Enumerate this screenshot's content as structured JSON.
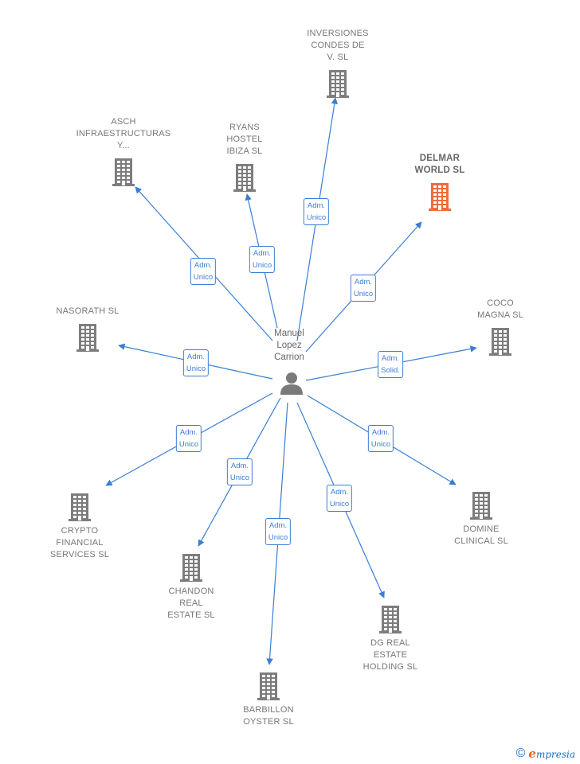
{
  "colors": {
    "edge": "#3a7ed4",
    "building": "#7d7d7d",
    "building_highlight": "#f26a3c",
    "person": "#7a7a7a"
  },
  "center": {
    "name_lines": [
      "Manuel",
      "Lopez",
      "Carrion"
    ],
    "icon": "person-icon"
  },
  "companies": [
    {
      "id": "inversiones",
      "lines": [
        "INVERSIONES",
        "CONDES DE",
        "V.  SL"
      ],
      "role_lines": [
        "Adm.",
        "Unico"
      ],
      "highlight": false
    },
    {
      "id": "ryans",
      "lines": [
        "RYANS",
        "HOSTEL",
        "IBIZA SL"
      ],
      "role_lines": [
        "Adm.",
        "Unico"
      ],
      "highlight": false
    },
    {
      "id": "asch",
      "lines": [
        "ASCH",
        "INFRAESTRUCTURAS",
        "Y..."
      ],
      "role_lines": [
        "Adm.",
        "Unico"
      ],
      "highlight": false
    },
    {
      "id": "delmar",
      "lines": [
        "DELMAR",
        "WORLD  SL"
      ],
      "role_lines": [
        "Adm.",
        "Unico"
      ],
      "highlight": true
    },
    {
      "id": "nasorath",
      "lines": [
        "NASORATH SL"
      ],
      "role_lines": [
        "Adm.",
        "Unico"
      ],
      "highlight": false
    },
    {
      "id": "coco",
      "lines": [
        "COCO",
        "MAGNA  SL"
      ],
      "role_lines": [
        "Adm.",
        "Solid."
      ],
      "highlight": false
    },
    {
      "id": "crypto",
      "lines": [
        "CRYPTO",
        "FINANCIAL",
        "SERVICES  SL"
      ],
      "role_lines": [
        "Adm.",
        "Unico"
      ],
      "highlight": false
    },
    {
      "id": "chandon",
      "lines": [
        "CHANDON",
        "REAL",
        "ESTATE SL"
      ],
      "role_lines": [
        "Adm.",
        "Unico"
      ],
      "highlight": false
    },
    {
      "id": "barbillon",
      "lines": [
        "BARBILLON",
        "OYSTER  SL"
      ],
      "role_lines": [
        "Adm.",
        "Unico"
      ],
      "highlight": false
    },
    {
      "id": "dg",
      "lines": [
        "DG REAL",
        "ESTATE",
        "HOLDING SL"
      ],
      "role_lines": [
        "Adm.",
        "Unico"
      ],
      "highlight": false
    },
    {
      "id": "domine",
      "lines": [
        "DOMINE",
        "CLINICAL  SL"
      ],
      "role_lines": [
        "Adm.",
        "Unico"
      ],
      "highlight": false
    }
  ],
  "footer": {
    "copyright_symbol": "©",
    "brand_initial": "e",
    "brand_rest": "mpresia"
  }
}
